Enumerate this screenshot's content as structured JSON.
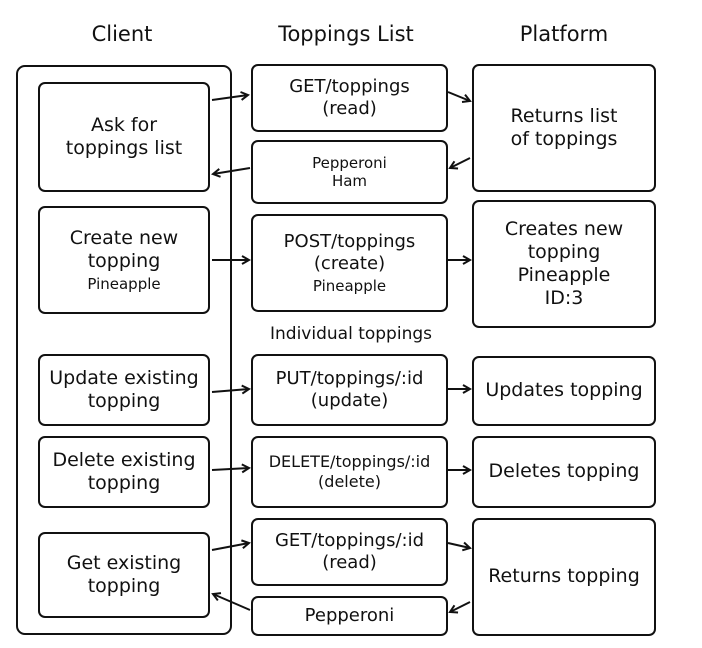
{
  "headers": {
    "client": "Client",
    "toppings_list": "Toppings List",
    "platform": "Platform"
  },
  "section_label": "Individual toppings",
  "client_boxes": {
    "ask": {
      "line1": "Ask for",
      "line2": "toppings list"
    },
    "create": {
      "line1": "Create new",
      "line2": "topping",
      "sub": "Pineapple"
    },
    "update": {
      "line1": "Update existing",
      "line2": "topping"
    },
    "delete": {
      "line1": "Delete existing",
      "line2": "topping"
    },
    "get": {
      "line1": "Get existing",
      "line2": "topping"
    }
  },
  "request_boxes": {
    "get_list": {
      "line1": "GET/toppings",
      "line2": "(read)"
    },
    "list_response": {
      "line1": "Pepperoni",
      "line2": "Ham"
    },
    "post": {
      "line1": "POST/toppings",
      "line2": "(create)",
      "sub": "Pineapple"
    },
    "put": {
      "line1": "PUT/toppings/:id",
      "line2": "(update)"
    },
    "delete": {
      "line1": "DELETE/toppings/:id",
      "line2": "(delete)"
    },
    "get_one": {
      "line1": "GET/toppings/:id",
      "line2": "(read)"
    },
    "get_one_response": {
      "line1": "Pepperoni"
    }
  },
  "platform_boxes": {
    "returns_list": {
      "line1": "Returns list",
      "line2": "of toppings"
    },
    "creates": {
      "line1": "Creates new",
      "line2": "topping",
      "line3": "Pineapple",
      "line4": "ID:3"
    },
    "updates": {
      "line1": "Updates topping"
    },
    "deletes": {
      "line1": "Deletes topping"
    },
    "returns": {
      "line1": "Returns topping"
    }
  }
}
